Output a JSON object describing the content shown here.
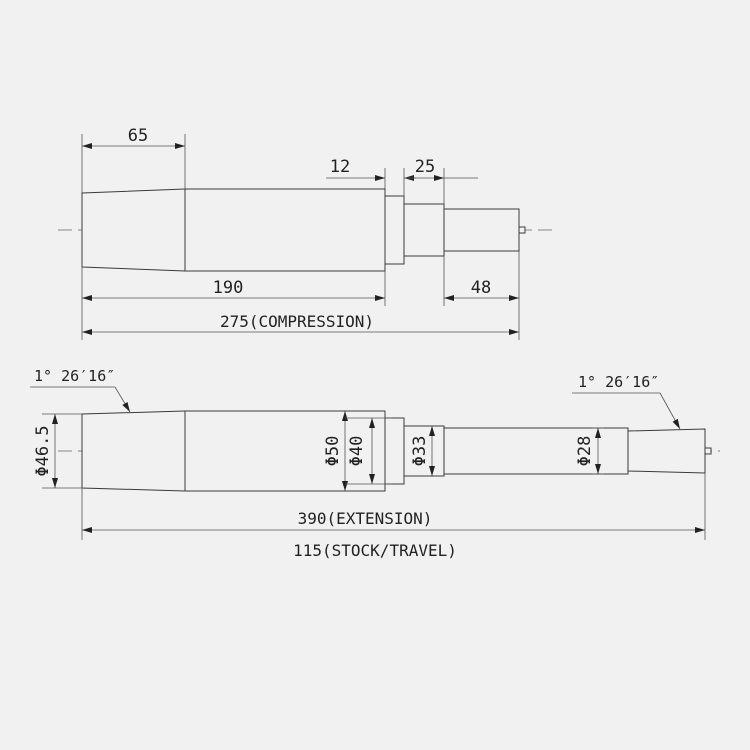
{
  "compression_view": {
    "dim_body_end": "65",
    "dim_step1": "12",
    "dim_step2": "25",
    "dim_cylinder": "190",
    "dim_rod": "48",
    "dim_total": "275(COMPRESSION)"
  },
  "extension_view": {
    "taper_left": "1° 26′16″",
    "taper_right": "1° 26′16″",
    "dia_end": "Φ46.5",
    "dia_outer": "Φ50",
    "dia_inner": "Φ40",
    "dia_sleeve": "Φ33",
    "dia_rod": "Φ28",
    "dim_total": "390(EXTENSION)",
    "dim_stroke": "115(STOCK/TRAVEL)"
  }
}
